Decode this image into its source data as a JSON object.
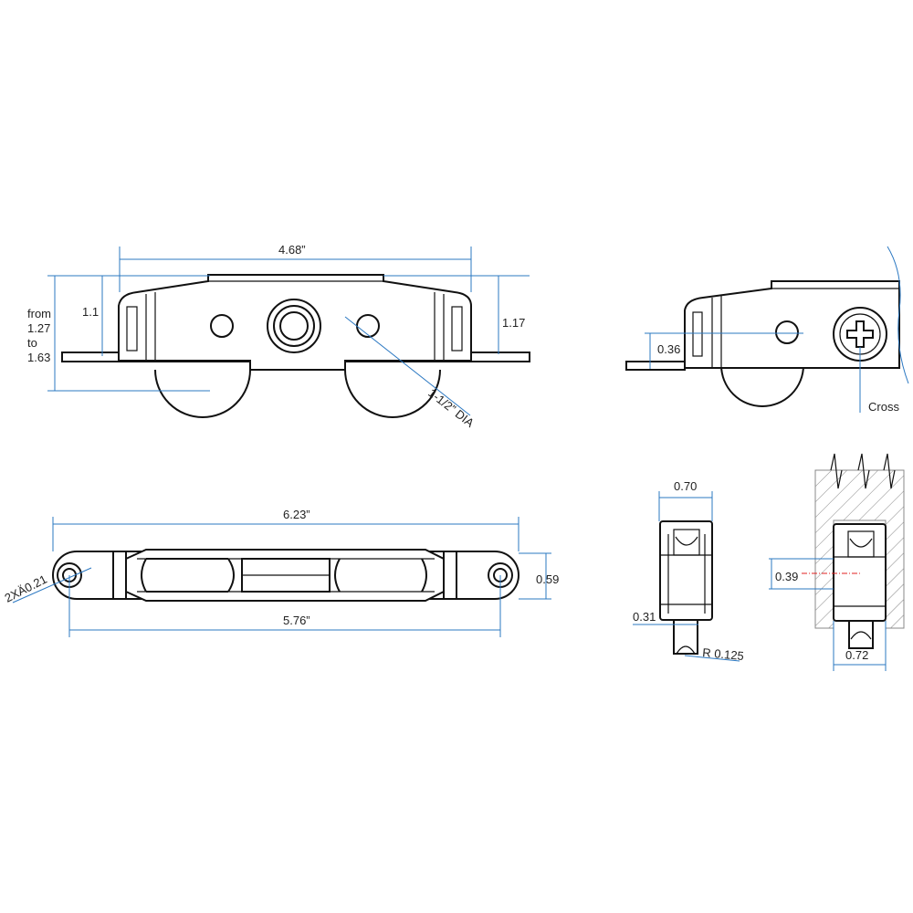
{
  "side_view": {
    "length": "4.68”",
    "height_range_line1": "from",
    "height_range_line2": "1.27",
    "height_range_line3": "to",
    "height_range_line4": "1.63",
    "height_left": "1.1",
    "height_right": "1.17",
    "wheel_diameter": "1-1/2” DIA"
  },
  "end_view": {
    "offset": "0.36",
    "screw_label": "Cross"
  },
  "top_view": {
    "overall_length": "6.23”",
    "hole_spacing": "5.76”",
    "width": "0.59",
    "hole_callout": "2XÄ0.21"
  },
  "section_view": {
    "width": "0.70",
    "wheel_width": "0.31",
    "groove_radius": "R 0.125"
  },
  "installed_view": {
    "axle_offset": "0.39",
    "pocket_width": "0.72"
  },
  "colors": {
    "dimension": "#2b78c2",
    "centerline": "#e02020"
  }
}
